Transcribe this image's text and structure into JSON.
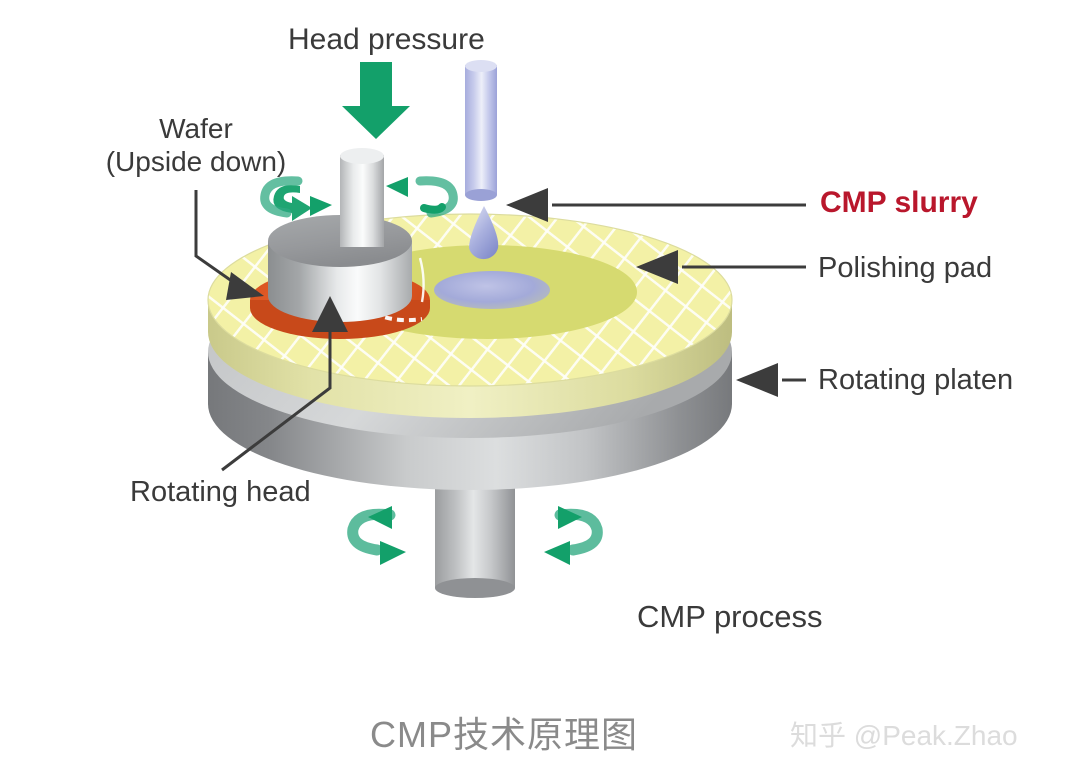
{
  "figure": {
    "title": "CMP process",
    "caption": "CMP技术原理图",
    "watermark": "知乎 @Peak.Zhao",
    "background_color": "#ffffff"
  },
  "labels": {
    "head_pressure": "Head pressure",
    "wafer": "Wafer\n(Upside down)",
    "wafer_line1": "Wafer",
    "wafer_line2": "(Upside down)",
    "cmp_slurry": "CMP slurry",
    "polishing_pad": "Polishing pad",
    "rotating_platen": "Rotating platen",
    "rotating_head": "Rotating head",
    "cmp_process": "CMP process"
  },
  "colors": {
    "slurry_label": "#B9172C",
    "text": "#3a3a3a",
    "arrow_green": "#13A06A",
    "leader_line": "#3c3c3c",
    "pad_yellow": "#F2F0A8",
    "pad_inner_olive": "#D8DB72",
    "pad_grid_line": "#FFFFFF",
    "platen_grey_dark": "#7E8083",
    "platen_grey_light": "#D9DBDC",
    "wafer_orange": "#E05A2B",
    "head_grey": "#9DA0A2",
    "nozzle_lavender": "#AFB4E0",
    "droplet_blue": "#8E9BD2",
    "slurry_puddle": "#A9AEDB",
    "caption_grey": "#8a8a8a",
    "watermark_grey": "#dcdcdc"
  },
  "components": [
    {
      "name": "head-pressure-arrow",
      "kind": "arrow",
      "direction": "down",
      "color": "#13A06A"
    },
    {
      "name": "rotating-head-cylinder",
      "kind": "cylinder",
      "color": "#9DA0A2"
    },
    {
      "name": "head-shaft",
      "kind": "cylinder",
      "color": "#D9DBDC"
    },
    {
      "name": "wafer-disc",
      "kind": "disc",
      "color": "#E05A2B"
    },
    {
      "name": "polishing-pad",
      "kind": "disc",
      "color": "#F2F0A8"
    },
    {
      "name": "rotating-platen",
      "kind": "cylinder",
      "color": "#A7A9AB"
    },
    {
      "name": "platen-shaft",
      "kind": "cylinder",
      "color": "#B4B6B8"
    },
    {
      "name": "slurry-nozzle",
      "kind": "cylinder",
      "color": "#AFB4E0"
    },
    {
      "name": "slurry-droplet",
      "kind": "droplet",
      "color": "#8E9BD2"
    },
    {
      "name": "slurry-puddle",
      "kind": "ellipse",
      "color": "#A9AEDB"
    },
    {
      "name": "head-rotation-arrows",
      "kind": "rotation",
      "color": "#13A06A"
    },
    {
      "name": "platen-rotation-arrows",
      "kind": "rotation",
      "color": "#13A06A"
    }
  ]
}
